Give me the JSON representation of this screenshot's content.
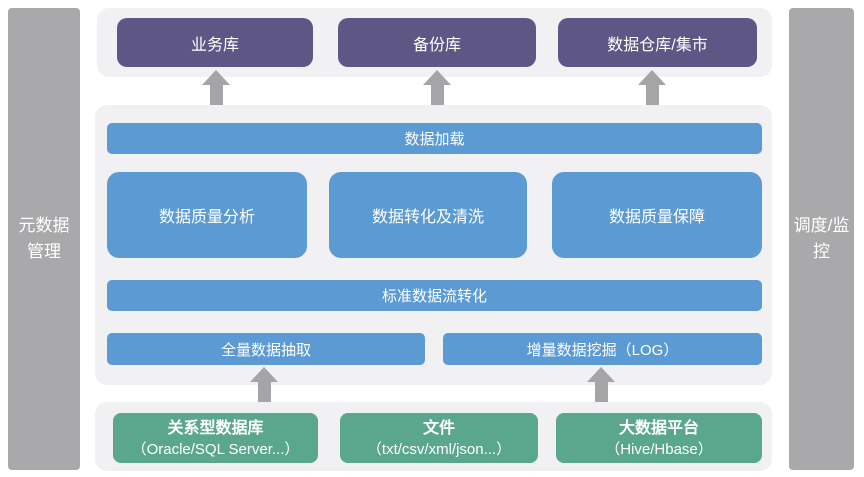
{
  "left_bar": {
    "label": "元数据管理"
  },
  "right_bar": {
    "label": "调度/监控"
  },
  "target_row": {
    "boxes": [
      {
        "label": "业务库"
      },
      {
        "label": "备份库"
      },
      {
        "label": "数据仓库/集市"
      }
    ]
  },
  "process": {
    "load": {
      "label": "数据加载"
    },
    "quality_row": [
      {
        "label": "数据质量分析"
      },
      {
        "label": "数据转化及清洗"
      },
      {
        "label": "数据质量保障"
      }
    ],
    "standard": {
      "label": "标准数据流转化"
    },
    "extract_row": [
      {
        "label": "全量数据抽取"
      },
      {
        "label": "增量数据挖掘（LOG）"
      }
    ]
  },
  "source_row": {
    "boxes": [
      {
        "title": "关系型数据库",
        "subtitle": "（Oracle/SQL Server...）"
      },
      {
        "title": "文件",
        "subtitle": "（txt/csv/xml/json...）"
      },
      {
        "title": "大数据平台",
        "subtitle": "（Hive/Hbase）"
      }
    ]
  },
  "icons": {
    "up_arrow": "up-arrow"
  },
  "colors": {
    "purple": "#5e5785",
    "blue": "#5b9ad3",
    "green": "#5aa78d",
    "sidebar_gray": "#a9a9ab",
    "arrow_gray": "#a5a5a7",
    "container_bg": "#f1f1f3",
    "page_bg": "#ffffff",
    "text": "#ffffff"
  }
}
